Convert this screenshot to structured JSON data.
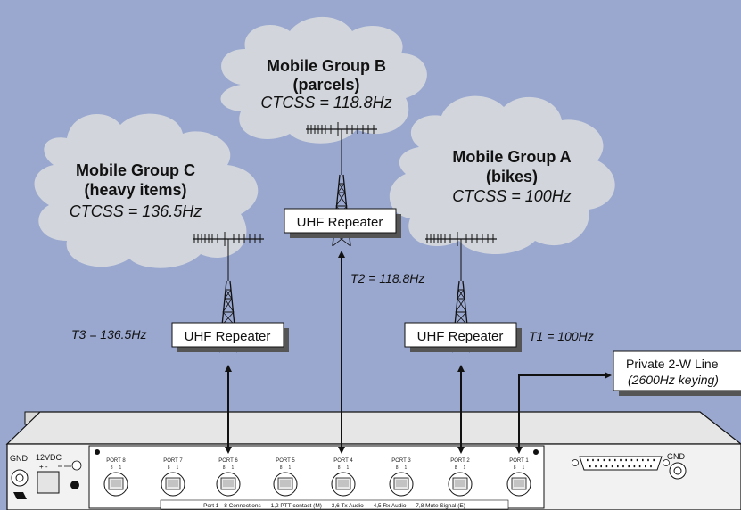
{
  "groups": [
    {
      "name": "Mobile Group B",
      "cargo": "(parcels)",
      "ctcss": "CTCSS = 118.8Hz"
    },
    {
      "name": "Mobile Group C",
      "cargo": "(heavy items)",
      "ctcss": "CTCSS = 136.5Hz"
    },
    {
      "name": "Mobile Group A",
      "cargo": "(bikes)",
      "ctcss": "CTCSS = 100Hz"
    }
  ],
  "repeaters": {
    "label": "UHF Repeater",
    "tones": [
      "T2 = 118.8Hz",
      "T3 = 136.5Hz",
      "T1 = 100Hz"
    ]
  },
  "private_line": {
    "line1": "Private 2-W Line",
    "line2": "(2600Hz keying)"
  },
  "panel": {
    "gnd_left": "GND",
    "gnd_right": "GND",
    "power": "12VDC",
    "power_polarity": "+  -",
    "ports": [
      "PORT 8",
      "PORT 7",
      "PORT 6",
      "PORT 5",
      "PORT 4",
      "PORT 3",
      "PORT 2",
      "PORT 1"
    ],
    "pin_numbers": "8     1",
    "legend": "Port 1 - 8 Connections      1,2 PTT contact (M)      3,6 Tx Audio      4,5 Rx Audio      7,8 Mute Signal (E)"
  },
  "colors": {
    "background": "#9aa8cf",
    "cloud": "#d2d6dc",
    "panel": "#f2f2f2"
  }
}
